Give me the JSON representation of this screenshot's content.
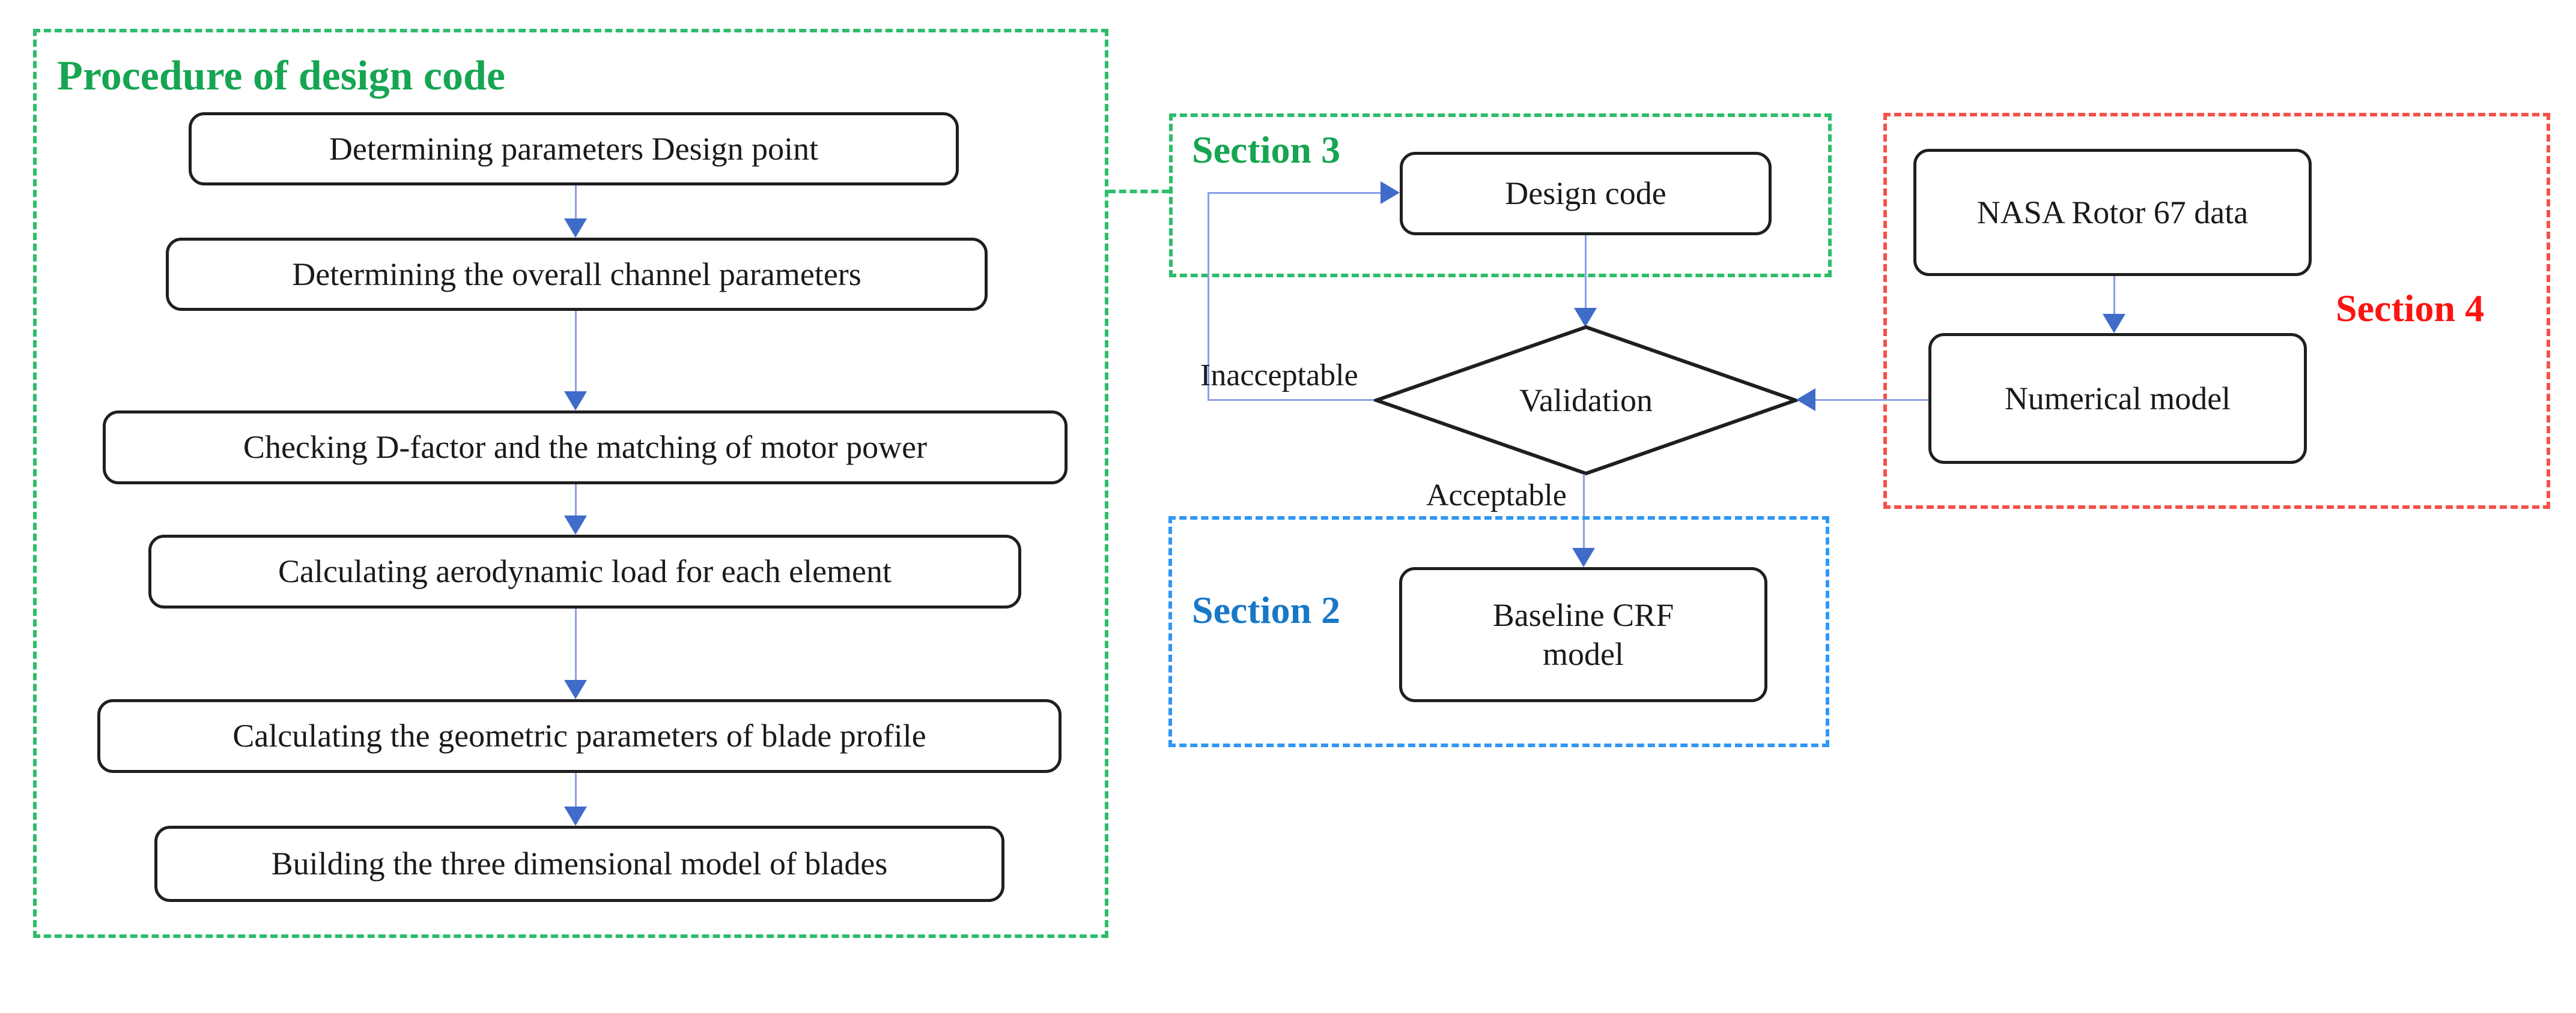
{
  "procedure": {
    "title": "Procedure of design code",
    "steps": [
      "Determining parameters Design point",
      "Determining the overall channel parameters",
      "Checking D-factor and the matching of motor power",
      "Calculating aerodynamic load for each element",
      "Calculating the geometric parameters of blade profile",
      "Building the three dimensional model of blades"
    ]
  },
  "section3": {
    "label": "Section 3",
    "design_code": "Design code"
  },
  "decision": {
    "label": "Validation",
    "no_branch": "Inacceptable",
    "yes_branch": "Acceptable"
  },
  "section2": {
    "label": "Section 2",
    "baseline_line1": "Baseline CRF",
    "baseline_line2": "model"
  },
  "section4": {
    "label": "Section 4",
    "nasa": "NASA Rotor 67 data",
    "numerical": "Numerical model"
  },
  "colors": {
    "green_label": "#16a552",
    "green_border": "#2dbd6b",
    "blue_label": "#1878c8",
    "blue_border": "#2f97f5",
    "red_label": "#fb1511",
    "red_border": "#f5504a",
    "arrow_line": "#8aa0e4",
    "arrow_head": "#3f6bc9",
    "box_border": "#1f1f1f",
    "text": "#1a1a1a"
  }
}
